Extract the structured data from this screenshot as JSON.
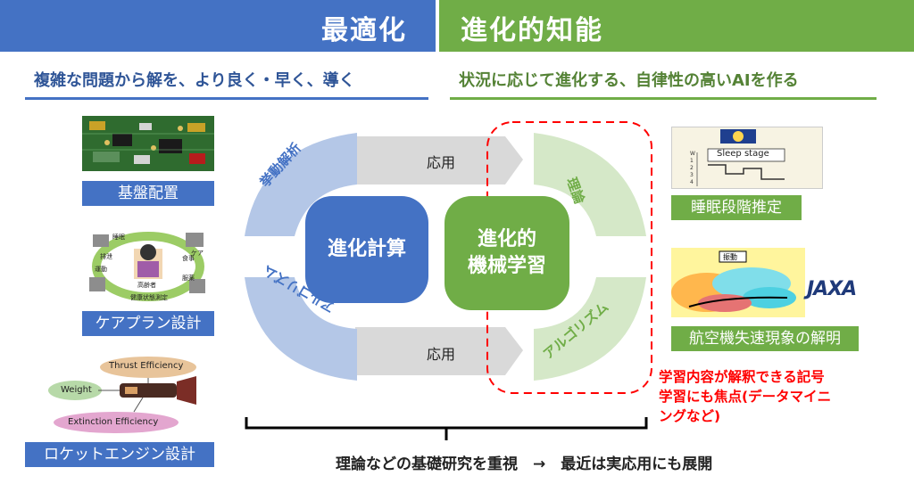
{
  "header": {
    "left_title": "最適化",
    "right_title": "進化的知能",
    "left_subtitle": "複雑な問題から解を、より良く・早く、導く",
    "right_subtitle": "状況に応じて進化する、自律性の高いAIを作る"
  },
  "left_examples": [
    {
      "caption": "基盤配置"
    },
    {
      "caption": "ケアプラン設計",
      "labels": [
        "高齢者",
        "健康状態測定",
        "運動",
        "排泄",
        "食事",
        "服薬",
        "睡眠",
        "ケア"
      ]
    },
    {
      "caption": "ロケットエンジン設計",
      "labels": [
        "Thrust Efficiency",
        "Weight",
        "Extinction  Efficiency"
      ]
    }
  ],
  "right_examples": [
    {
      "caption": "睡眠段階推定",
      "labels": [
        "Sleep stage",
        "W",
        "1",
        "2",
        "3",
        "4"
      ]
    },
    {
      "caption": "航空機失速現象の解明",
      "labels": [
        "振動",
        "JAXA"
      ]
    }
  ],
  "cycle": {
    "center_left": "進化計算",
    "center_right_line1": "進化的",
    "center_right_line2": "機械学習",
    "top_arrow": "応用",
    "bottom_arrow": "応用",
    "left_top_arc": "挙動解析",
    "left_bottom_arc": "アルゴリズム",
    "right_top_arc": "理論",
    "right_bottom_arc": "アルゴリズム"
  },
  "red_note": {
    "line1": "学習内容が解釈できる記号",
    "line2": "学習にも焦点(データマイニ",
    "line3": "ングなど)"
  },
  "bottom_text": "理論などの基礎研究を重視　→　最近は実応用にも展開",
  "colors": {
    "blue": "#4472c4",
    "green": "#70ad47",
    "light_blue": "#b4c7e7",
    "light_green": "#d5e8c8",
    "gray_arrow": "#d9d9d9",
    "red": "#ff0000"
  }
}
